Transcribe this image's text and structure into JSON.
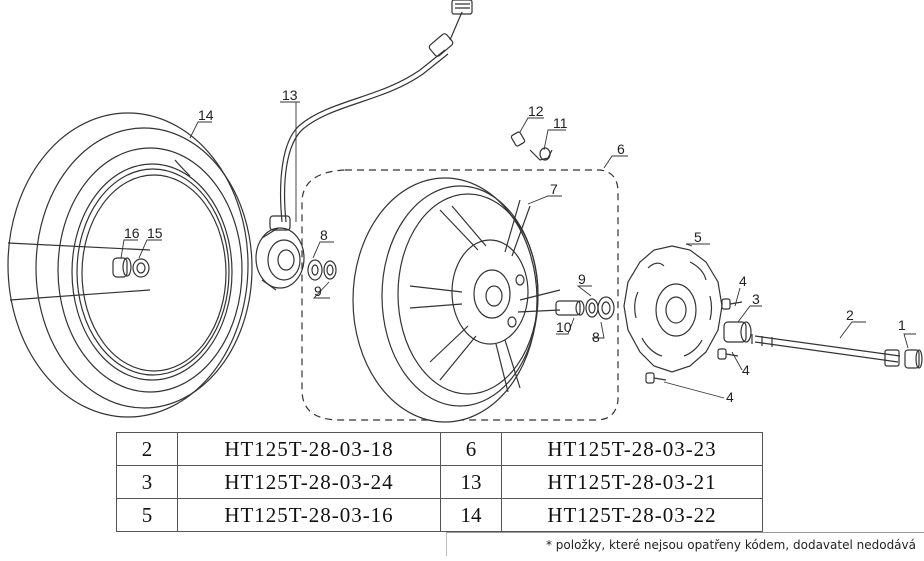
{
  "callouts": {
    "c1": "1",
    "c2": "2",
    "c3": "3",
    "c4a": "4",
    "c4b": "4",
    "c4c": "4",
    "c5": "5",
    "c6": "6",
    "c7": "7",
    "c8a": "8",
    "c8b": "8",
    "c9a": "9",
    "c9b": "9",
    "c10": "10",
    "c11": "11",
    "c12": "12",
    "c13": "13",
    "c14": "14",
    "c15": "15",
    "c16": "16"
  },
  "table": {
    "rows": [
      {
        "num_a": "2",
        "code_a": "HT125T-28-03-18",
        "num_b": "6",
        "code_b": "HT125T-28-03-23"
      },
      {
        "num_a": "3",
        "code_a": "HT125T-28-03-24",
        "num_b": "13",
        "code_b": "HT125T-28-03-21"
      },
      {
        "num_a": "5",
        "code_a": "HT125T-28-03-16",
        "num_b": "14",
        "code_b": "HT125T-28-03-22"
      }
    ]
  },
  "footnote": "* položky, které nejsou opatřeny kódem, dodavatel nedodává"
}
